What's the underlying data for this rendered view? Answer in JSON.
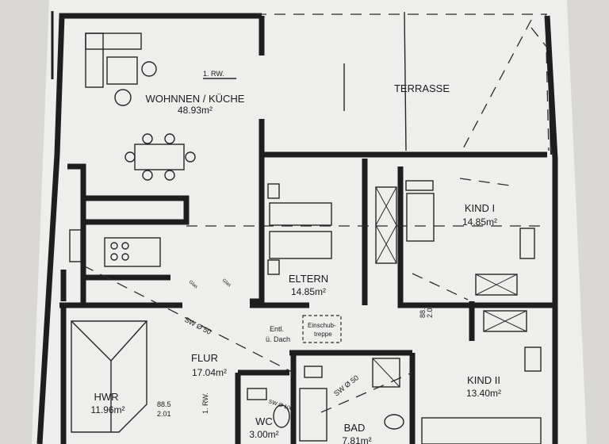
{
  "rooms": {
    "wohnen": {
      "name": "WOHNNEN / KÜCHE",
      "area": "48.93m²"
    },
    "terrasse": {
      "name": "TERRASSE"
    },
    "eltern": {
      "name": "ELTERN",
      "area": "14.85m²"
    },
    "kind1": {
      "name": "KIND I",
      "area": "14.85m²"
    },
    "kind2": {
      "name": "KIND II",
      "area": "13.40m²"
    },
    "flur": {
      "name": "FLUR",
      "area": "17.04m²"
    },
    "hwr": {
      "name": "HWR",
      "area": "11.96m²"
    },
    "wc": {
      "name": "WC",
      "area": "3.00m²"
    },
    "bad": {
      "name": "BAD",
      "area": "7.81m²"
    }
  },
  "annotations": {
    "rw_top": "1. RW.",
    "rw_bottom": "1. RW.",
    "sw1": "SW Ø 50",
    "sw2": "SW Ø 50",
    "sw3": "SW Ø 100",
    "entl_1": "Entl.",
    "entl_2": "ü. Dach",
    "einschub_1": "Einschub-",
    "einschub_2": "treppe",
    "glas_1": "Glas",
    "glas_2": "Glas",
    "dim1_top": "88.5",
    "dim1_bot": "2.01",
    "dim2_top": "88.5",
    "dim2_bot": "2.01"
  }
}
